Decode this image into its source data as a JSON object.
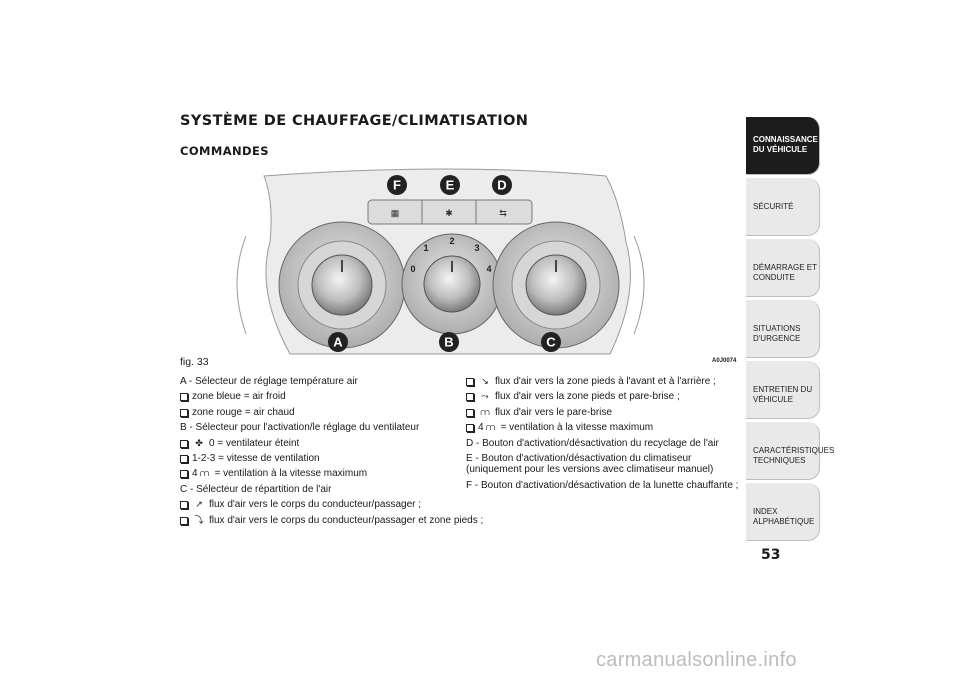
{
  "title": "SYSTÈME DE CHAUFFAGE/CLIMATISATION",
  "subtitle": "COMMANDES",
  "figure": {
    "caption": "fig. 33",
    "code": "A0J0074",
    "callouts": [
      "F",
      "E",
      "D",
      "A",
      "B",
      "C"
    ],
    "fan_numbers": [
      "0",
      "1",
      "2",
      "3",
      "4"
    ]
  },
  "left_column": {
    "a_heading": "A - Sélecteur de réglage température air",
    "a_items": [
      "zone bleue = air froid",
      "zone rouge = air chaud"
    ],
    "b_heading": "B - Sélecteur pour l'activation/le réglage du ventilateur",
    "b_items": [
      "0 = ventilateur éteint",
      "1-2-3 = vitesse de ventilation",
      "4",
      "= ventilation à la vitesse maximum"
    ],
    "c_heading": "C - Sélecteur de répartition de l'air",
    "c_items": [
      "flux d'air vers le corps du conducteur/passager ;",
      "flux d'air vers le corps du conducteur/passager et zone pieds ;"
    ]
  },
  "right_column": {
    "items": [
      "flux d'air vers la zone pieds à l'avant et à l'arrière ;",
      "flux d'air vers la zone pieds et pare-brise ;",
      "flux d'air vers le pare-brise"
    ],
    "item4_prefix": "4",
    "item4_text": "= ventilation à la vitesse maximum",
    "d_text": "D - Bouton d'activation/désactivation du recyclage de l'air",
    "e_text": "E - Bouton d'activation/désactivation du climatiseur (uniquement pour les versions avec climatiseur manuel)",
    "f_text": "F - Bouton d'activation/désactivation de la lunette chauffante ;"
  },
  "sidebar": {
    "tabs": [
      [
        "CONNAISSANCE",
        "DU VÉHICULE"
      ],
      [
        "SÉCURITÉ"
      ],
      [
        "DÉMARRAGE ET",
        "CONDUITE"
      ],
      [
        "SITUATIONS",
        "D'URGENCE"
      ],
      [
        "ENTRETIEN DU",
        "VÉHICULE"
      ],
      [
        "CARACTÉRISTIQUES",
        "TECHNIQUES"
      ],
      [
        "INDEX",
        "ALPHABÉTIQUE"
      ]
    ]
  },
  "page_number": "53",
  "watermark": "carmanualsonline.info"
}
